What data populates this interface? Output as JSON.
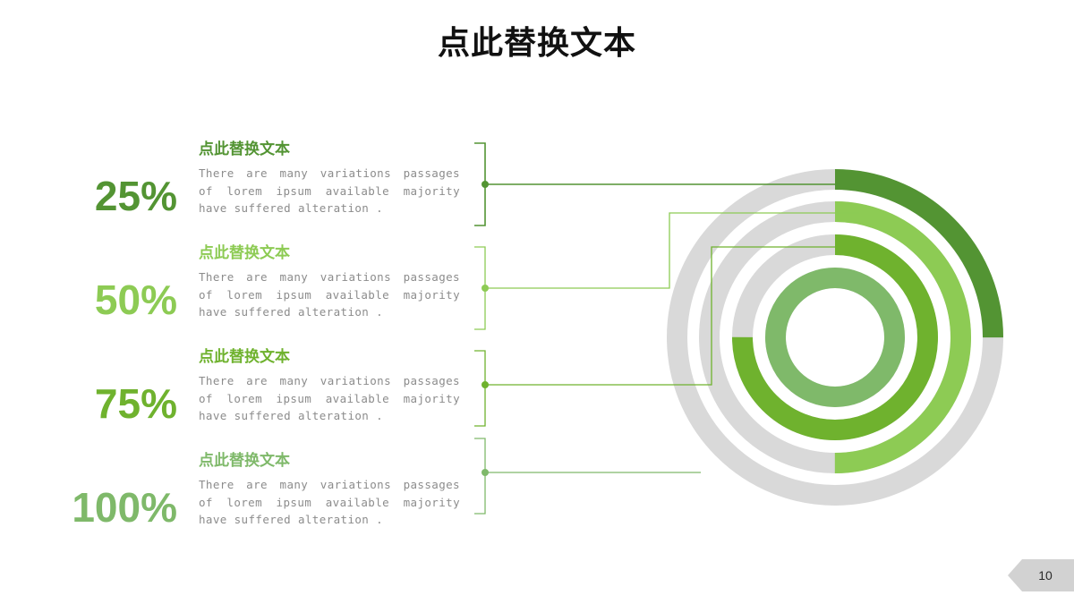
{
  "slide": {
    "title": "点此替换文本",
    "page_number": "10",
    "background_color": "#ffffff"
  },
  "palette": {
    "ring_track": "#d9d9d9",
    "dark_green": "#539433",
    "light_green": "#8dcb54",
    "mid_green": "#6fb22e",
    "muted_green": "#7fb96a",
    "body_text": "#8c8c8c",
    "title_text": "#111111",
    "badge_bg": "#d2d2d2"
  },
  "stats": [
    {
      "percent": "25%",
      "value": 25,
      "heading": "点此替换文本",
      "description": "There are many variations passages of lorem ipsum available  majority have suffered alteration .",
      "color": "#539433"
    },
    {
      "percent": "50%",
      "value": 50,
      "heading": "点此替换文本",
      "description": "There are many variations passages of lorem ipsum available  majority have suffered alteration .",
      "color": "#8dcb54"
    },
    {
      "percent": "75%",
      "value": 75,
      "heading": "点此替换文本",
      "description": "There are many variations passages of lorem ipsum available  majority have suffered alteration .",
      "color": "#6fb22e"
    },
    {
      "percent": "100%",
      "value": 100,
      "heading": "点此替换文本",
      "description": "There are many variations passages of lorem ipsum available  majority have suffered alteration .",
      "color": "#7fb96a"
    }
  ],
  "chart_data": {
    "type": "pie",
    "subtype": "concentric-radial-progress",
    "title": "点此替换文本",
    "legend_position": "left",
    "center": [
      933,
      377
    ],
    "start_angle_deg": 0,
    "direction": "clockwise",
    "track_color": "#d9d9d9",
    "series": [
      {
        "name": "点此替换文本",
        "label": "25%",
        "value": 25,
        "max": 100,
        "color": "#539433",
        "ring_index": 0,
        "outer_radius": 188,
        "thickness": 23
      },
      {
        "name": "点此替换文本",
        "label": "50%",
        "value": 50,
        "max": 100,
        "color": "#8dcb54",
        "ring_index": 1,
        "outer_radius": 152,
        "thickness": 23
      },
      {
        "name": "点此替换文本",
        "label": "75%",
        "value": 75,
        "max": 100,
        "color": "#6fb22e",
        "ring_index": 2,
        "outer_radius": 115,
        "thickness": 23
      },
      {
        "name": "点此替换文本",
        "label": "100%",
        "value": 100,
        "max": 100,
        "color": "#7fb96a",
        "ring_index": 3,
        "outer_radius": 78,
        "thickness": 23
      }
    ],
    "ylim": [
      0,
      100
    ],
    "grid": false
  }
}
